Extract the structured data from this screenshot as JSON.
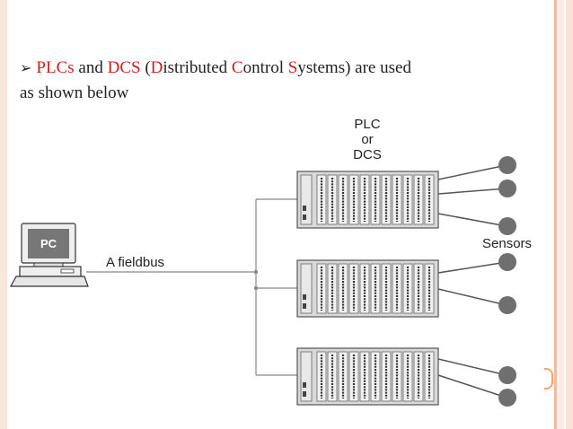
{
  "slide": {
    "bullet_glyph": "➢",
    "text": {
      "plcs": "PLCs",
      "and": " and ",
      "dcs": "DCS",
      "paren_open": " (",
      "d": "D",
      "istributed": "istributed ",
      "c": "C",
      "ontrol": "ontrol ",
      "s": "S",
      "ystems_rest": "ystems) are used",
      "line2": "as shown below"
    }
  },
  "diagram": {
    "plc_label_line1": "PLC",
    "plc_label_line2": "or",
    "plc_label_line3": "DCS",
    "pc_label": "PC",
    "fieldbus_label": "A fieldbus",
    "sensors_label": "Sensors",
    "controller_count": 3,
    "sensor_count": 7
  },
  "colors": {
    "accent_red": "#cc1f1f",
    "rack_gray": "#d9d9d9",
    "sensor_gray": "#6f6f6f",
    "border_peach": "#f4b9a6"
  }
}
